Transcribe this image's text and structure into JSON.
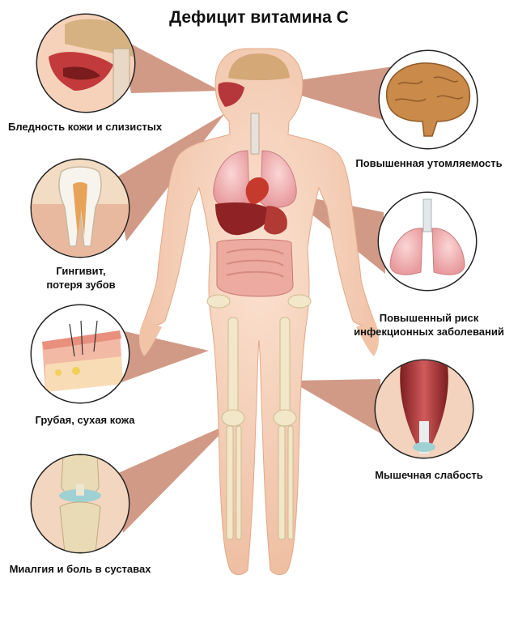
{
  "title": "Дефицит витамина С",
  "labels": {
    "mucosa": "Бледность кожи и слизистых",
    "gums_line1": "Гингивит,",
    "gums_line2": "потеря зубов",
    "skin": "Грубая, сухая кожа",
    "joints": "Миалгия и боль в суставах",
    "fatigue": "Повышенная утомляемость",
    "infection_line1": "Повышенный риск",
    "infection_line2": "инфекционных заболеваний",
    "muscle": "Мышечная слабость"
  },
  "colors": {
    "skin": "#f6cfb6",
    "skin_shade": "#eab392",
    "connector": "#c98872",
    "organ_red": "#a8242a",
    "lung": "#f0b7b9",
    "bone": "#f2e7c8"
  }
}
